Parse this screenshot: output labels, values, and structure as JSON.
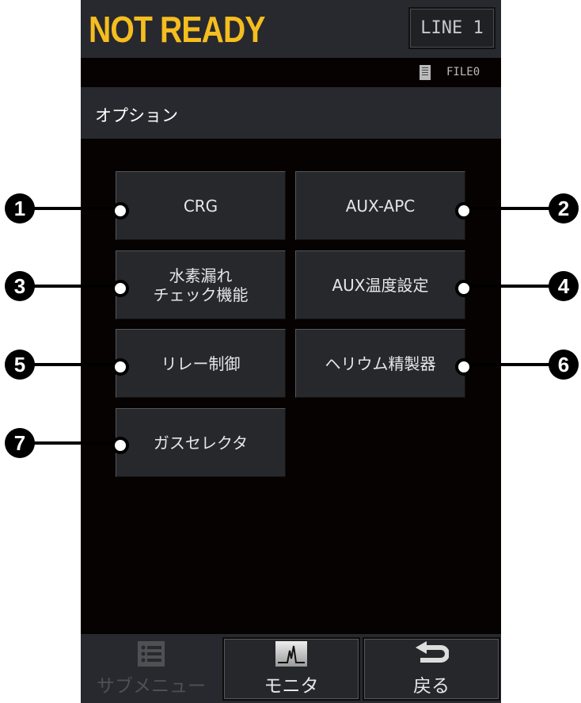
{
  "header": {
    "status": "NOT READY",
    "line_button": "LINE 1"
  },
  "file_bar": {
    "icon": "document-icon",
    "file_name": "FILE0"
  },
  "title": "オプション",
  "options": [
    {
      "label": "CRG",
      "callout": "1"
    },
    {
      "label": "AUX-APC",
      "callout": "2"
    },
    {
      "label": "水素漏れ\nチェック機能",
      "callout": "3"
    },
    {
      "label": "AUX温度設定",
      "callout": "4"
    },
    {
      "label": "リレー制御",
      "callout": "5"
    },
    {
      "label": "ヘリウム精製器",
      "callout": "6"
    },
    {
      "label": "ガスセレクタ",
      "callout": "7"
    }
  ],
  "bottom": {
    "submenu": "サブメニュー",
    "monitor": "モニタ",
    "back": "戻る"
  },
  "colors": {
    "status": "#f5bd1f",
    "panel": "#28292e",
    "body": "#060202"
  }
}
